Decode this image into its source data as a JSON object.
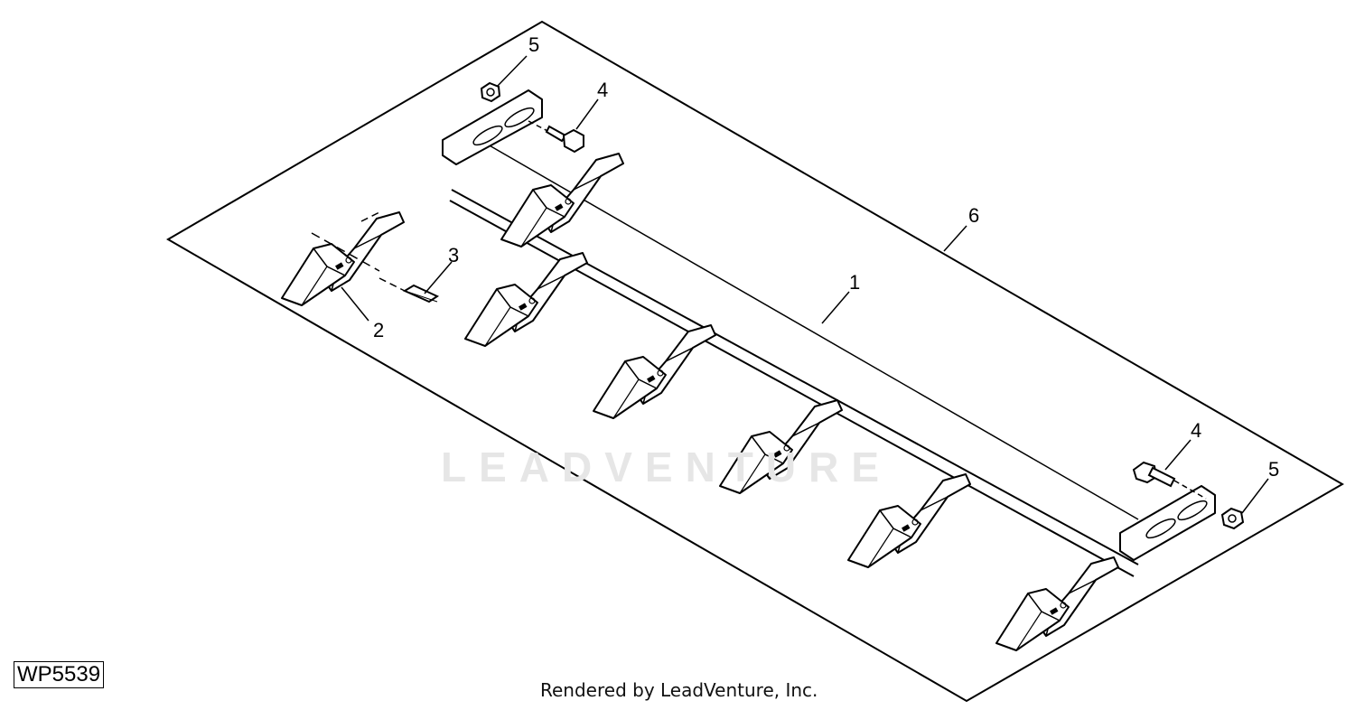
{
  "callouts": {
    "c1": "1",
    "c2": "2",
    "c3": "3",
    "c4a": "4",
    "c4b": "4",
    "c5a": "5",
    "c5b": "5",
    "c6": "6"
  },
  "watermark": "LEADVENTURE",
  "diagram_id": "WP5539",
  "footer": "Rendered by LeadVenture, Inc.",
  "colors": {
    "line": "#000000",
    "watermark": "#e6e6e6",
    "background": "#ffffff"
  }
}
